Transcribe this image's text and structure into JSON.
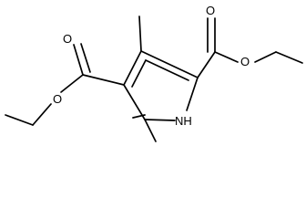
{
  "atoms": {
    "o_left_carbonyl": "O",
    "o_left_ester": "O",
    "o_right_carbonyl": "O",
    "o_right_ester": "O",
    "nh_ring": "NH"
  },
  "colors": {
    "stroke": "#000000",
    "background": "#ffffff"
  }
}
